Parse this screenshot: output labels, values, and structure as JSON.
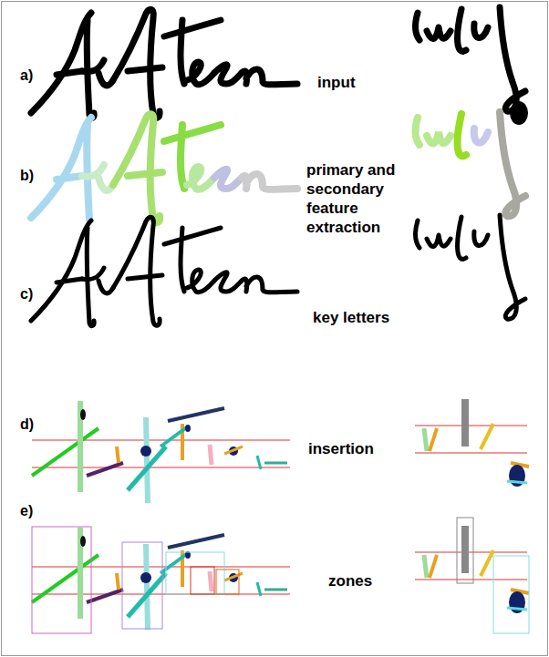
{
  "diagram": {
    "labels": [
      "a)",
      "input",
      "b)",
      "primary and secondary feature extraction",
      "c)",
      "key letters",
      "d)",
      "insertion",
      "e)",
      "zones"
    ]
  }
}
